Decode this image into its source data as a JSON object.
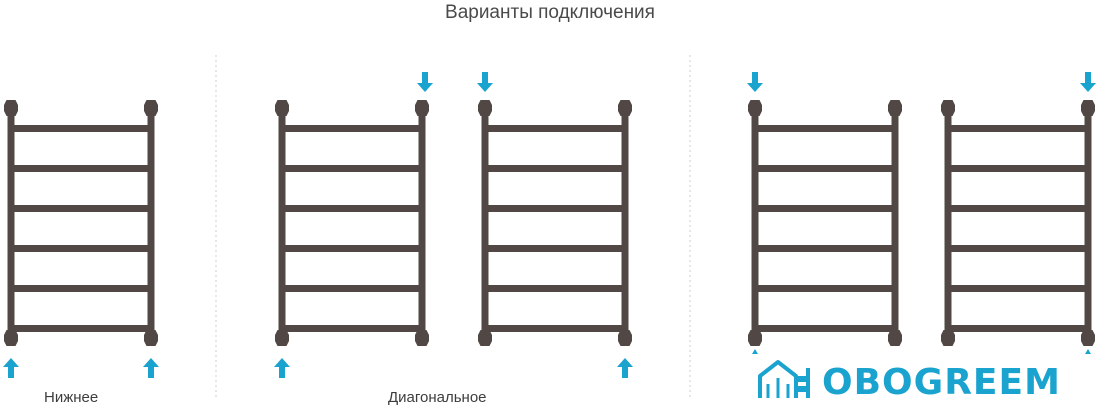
{
  "title": "Варианты подключения",
  "captions": {
    "bottom": "Нижнее",
    "diagonal": "Диагональное"
  },
  "logo": {
    "text": "OBOGREEM"
  },
  "colors": {
    "frame": "#514846",
    "arrow": "#1ba3cf",
    "divider": "#cfcfcf",
    "text": "#4a4a4a"
  }
}
